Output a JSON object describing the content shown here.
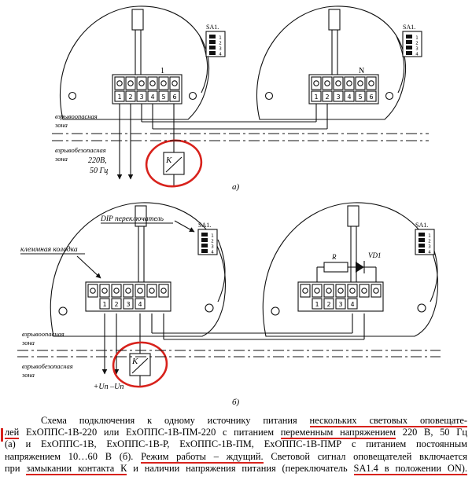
{
  "colors": {
    "annotation": "#d8221c",
    "ink": "#111111"
  },
  "diagram_a": {
    "caption": "а)",
    "hazard_zone_line1": "взрывоопасная",
    "hazard_zone_line2": "зона",
    "safe_zone_line1": "взрывобезопасная",
    "safe_zone_line2": "зона",
    "supply_line1": "220В,",
    "supply_line2": "50 Гц",
    "contact": "К",
    "left": {
      "number": "1",
      "sa1": "SA1.",
      "terminals": [
        "1",
        "2",
        "3",
        "4",
        "5",
        "6"
      ],
      "dip": [
        "1",
        "2",
        "3",
        "4"
      ]
    },
    "right": {
      "number": "N",
      "sa1": "SA1.",
      "terminals": [
        "1",
        "2",
        "3",
        "4",
        "5",
        "6"
      ],
      "dip": [
        "1",
        "2",
        "3",
        "4"
      ]
    }
  },
  "diagram_b": {
    "caption": "б)",
    "dip_callout": "DIP переключатель",
    "block_callout": "клеммная колодка",
    "hazard_zone_line1": "взрывоопасная",
    "hazard_zone_line2": "зона",
    "safe_zone_line1": "взрывобезопасная",
    "safe_zone_line2": "зона",
    "supply": "+Uп  –Uп",
    "contact": "К",
    "resistor": "R",
    "diode": "VD1",
    "left": {
      "sa1": "SA1.",
      "terminals": [
        "1",
        "2",
        "3",
        "4"
      ],
      "dip": [
        "1",
        "2",
        "3",
        "4"
      ]
    },
    "right": {
      "sa1": "SA1.",
      "terminals": [
        "1",
        "2",
        "3",
        "4"
      ],
      "dip": [
        "1",
        "2",
        "3",
        "4"
      ]
    }
  },
  "paragraph": {
    "l1s1": "Схема подключения к одному источнику питания ",
    "l1s2": "нескольких световых оповещате-",
    "l2s1": "лей",
    "l2s2": " ЕхОППС-1В-220 или ЕхОППС-1В-ПМ-220 с питанием ",
    "l2s3": "переменным напряжением",
    "l2s4": " 220 В, 50 Гц",
    "l3s1": "(а) и ЕхОППС-1В, ЕхОППС-1В-Р, ЕхОППС-1В-ПМ, ЕхОППС-1В-ПМР с питанием постоянным",
    "l4s1": "напряжением 10…60 В (б). ",
    "l4s2": "Режим работы – ждущий.",
    "l4s3": " Световой сигнал оповещателей включается",
    "l5s1": "при ",
    "l5s2": "замыкании контакта К",
    "l5s3": " и наличии напряжения питания (переключатель ",
    "l5s4": "SA1.4 в положении ON)."
  }
}
